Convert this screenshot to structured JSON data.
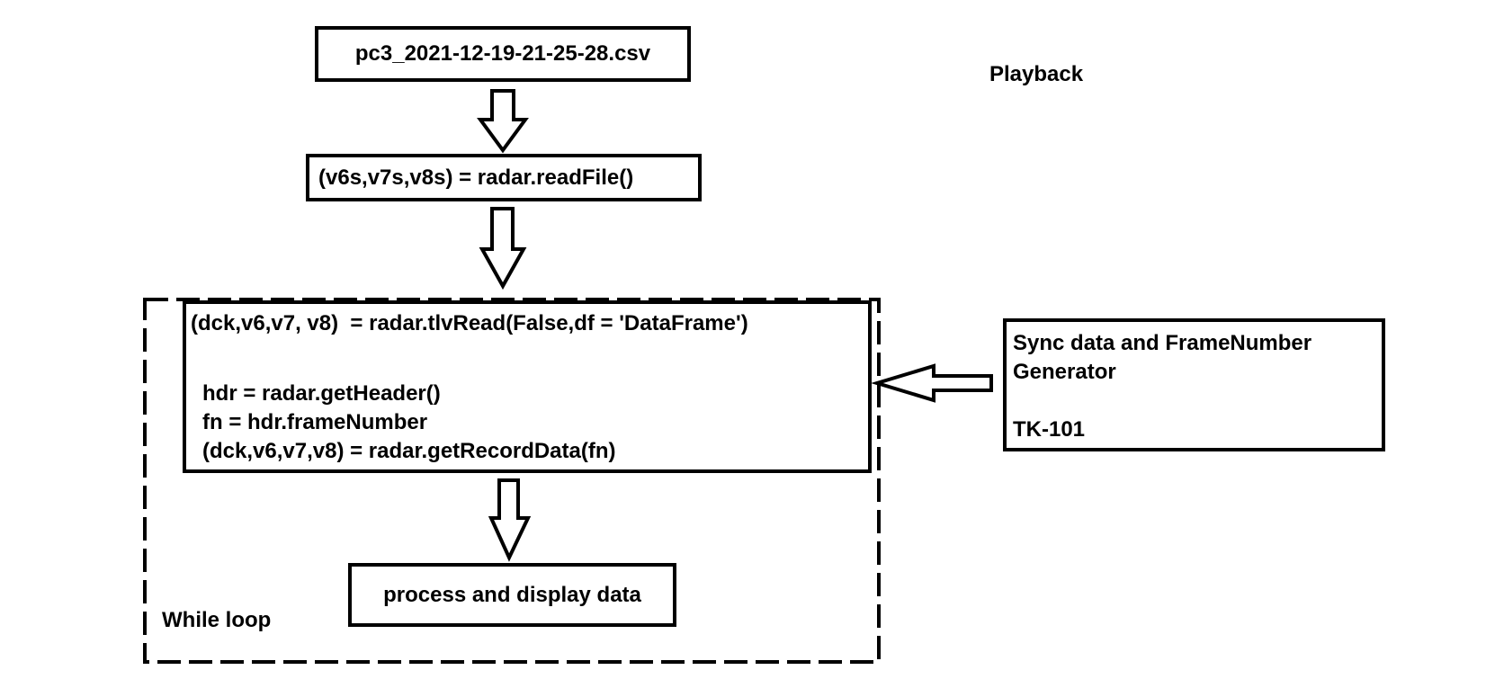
{
  "nodes": {
    "file": "pc3_2021-12-19-21-25-28.csv",
    "read_file": "(v6s,v7s,v8s) = radar.readFile()",
    "tlv_read": "(dck,v6,v7, v8)  = radar.tlvRead(False,df = 'DataFrame')",
    "get_header": "hdr = radar.getHeader()",
    "frame_number": "fn = hdr.frameNumber",
    "get_record": "(dck,v6,v7,v8) = radar.getRecordData(fn)",
    "process": "process and display data",
    "sync_title_line1": "Sync data and FrameNumber",
    "sync_title_line2": "Generator",
    "sync_id": "TK-101"
  },
  "labels": {
    "playback": "Playback",
    "while_loop": "While loop"
  },
  "edges": [
    {
      "from": "file",
      "to": "read_file",
      "style": "hollow-arrow"
    },
    {
      "from": "read_file",
      "to": "tlv_read",
      "style": "hollow-arrow"
    },
    {
      "from": "tlv_read",
      "to": "process",
      "style": "hollow-arrow"
    },
    {
      "from": "sync",
      "to": "tlv_read",
      "style": "hollow-arrow"
    }
  ],
  "groups": [
    {
      "label": "While loop",
      "border": "dashed",
      "contains": [
        "tlv_read",
        "process"
      ]
    }
  ],
  "colors": {
    "stroke": "#000000",
    "fill": "#ffffff"
  }
}
